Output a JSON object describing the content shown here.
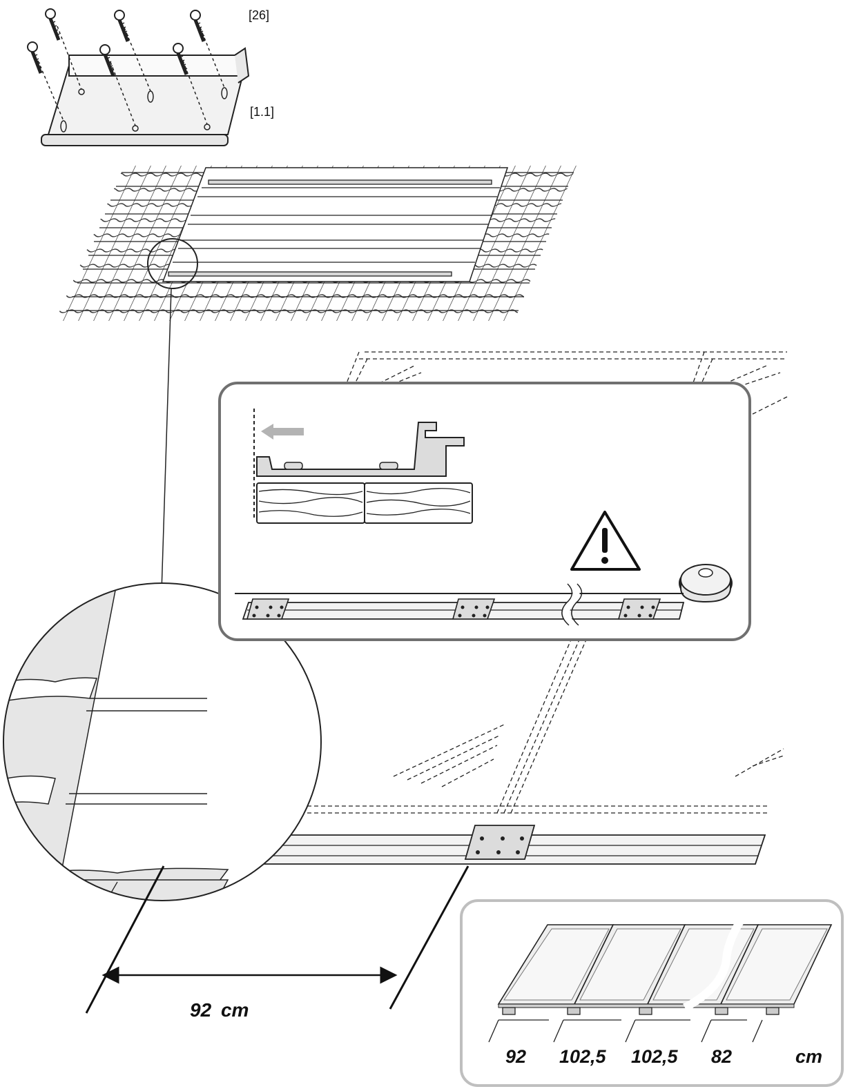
{
  "labels": {
    "screw_ref": "[26]",
    "bracket_ref": "[1.1]"
  },
  "dimension_main": {
    "value": "92",
    "unit": "cm"
  },
  "spacing_inset": {
    "values": [
      "92",
      "102,5",
      "102,5",
      "82"
    ],
    "unit": "cm"
  },
  "icons": {
    "warning": "warning-triangle-icon",
    "cable_reel": "cable-reel-icon"
  },
  "colors": {
    "line": "#1a1a1a",
    "panel_frame": "#d9d9d9",
    "glass": "#eeeeee",
    "inset_border_main": "#6e6e6e",
    "inset_border_light": "#bdbdbd",
    "arrow_hint": "#b3b3b3"
  }
}
